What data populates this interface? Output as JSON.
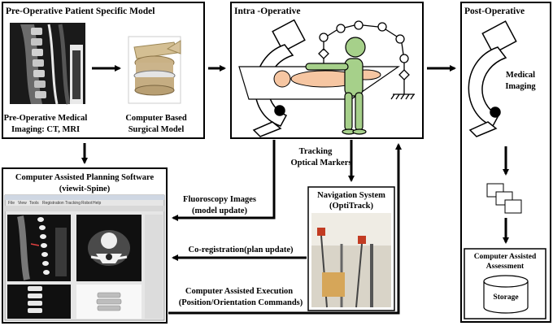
{
  "panels": {
    "preop": {
      "title": "Pre-Operative Patient Specific Model",
      "imaging_label_line1": "Pre-Operative Medical",
      "imaging_label_line2": "Imaging: CT, MRI",
      "model_label_line1": "Computer Based",
      "model_label_line2": "Surgical Model"
    },
    "intraop": {
      "title": "Intra -Operative"
    },
    "postop": {
      "title": "Post-Operative",
      "device_label_line1": "Medical",
      "device_label_line2": "Imaging"
    },
    "planning": {
      "title_line1": "Computer Assisted Planning Software",
      "title_line2": "(viewit-Spine)",
      "menu_items": [
        "File",
        "View",
        "Tools",
        "Registration",
        "Tracking",
        "Robot",
        "Help"
      ]
    },
    "navigation": {
      "title_line1": "Navigation System",
      "title_line2": "(OptiTrack)"
    },
    "assessment": {
      "title_line1": "Computer Assisted",
      "title_line2": "Assessment",
      "storage_label": "Storage"
    }
  },
  "flows": {
    "tracking_line1": "Tracking",
    "tracking_line2": "Optical Markers",
    "fluoro_line1": "Fluoroscopy Images",
    "fluoro_line2": "(model update)",
    "coreg": "Co-registration(plan update)",
    "exec_line1": "Computer Assisted Execution",
    "exec_line2": "(Position/Orientation Commands)"
  },
  "colors": {
    "line": "#000000",
    "patient": "#f6c6a2",
    "surgeon": "#a6d08a",
    "ui_dark": "#111111",
    "bone": "#d9c7a1"
  }
}
